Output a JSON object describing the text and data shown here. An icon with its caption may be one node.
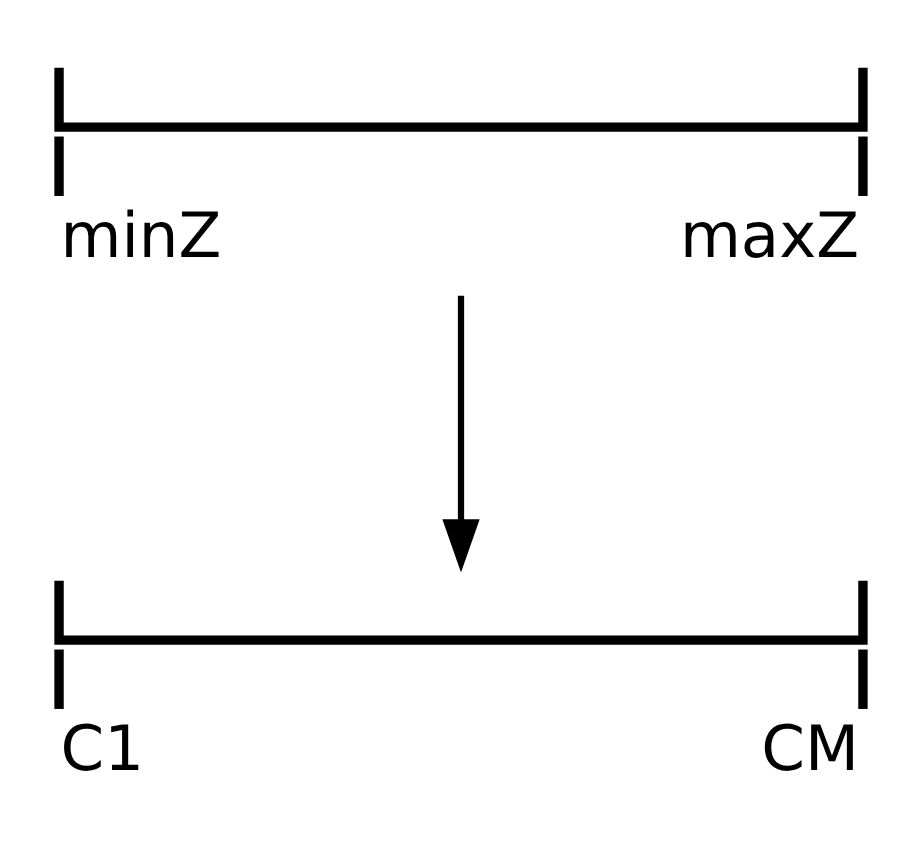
{
  "diagram": {
    "nodes": [
      {
        "text": [
          "minZ",
          "maxZ"
        ]
      },
      {
        "text": [
          "C1",
          "CM"
        ]
      }
    ],
    "edges": [
      {
        "from": 0,
        "to": 1,
        "arrow": "to"
      }
    ]
  }
}
